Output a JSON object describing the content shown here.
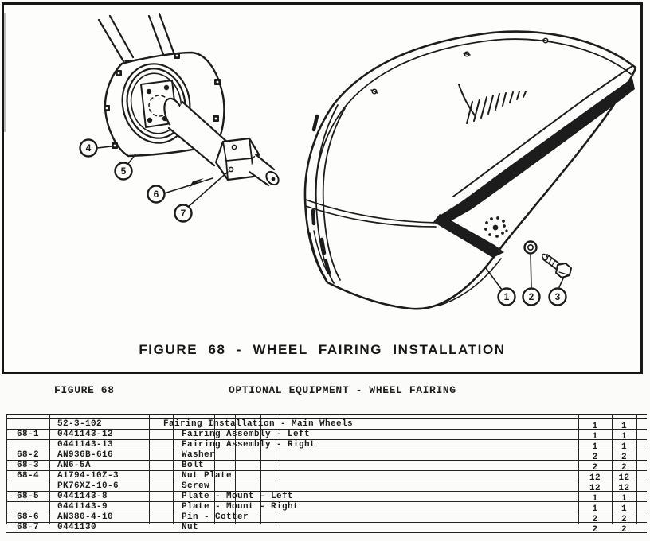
{
  "page": {
    "background": "#fbfbf9",
    "ink": "#1c1c1c"
  },
  "figure_box": {
    "caption": "FIGURE 68 - WHEEL FAIRING INSTALLATION",
    "callouts": [
      "1",
      "2",
      "3",
      "4",
      "5",
      "6",
      "7"
    ]
  },
  "header": {
    "figure_ref": "FIGURE 68",
    "title": "OPTIONAL EQUIPMENT - WHEEL FAIRING"
  },
  "parts_table": {
    "rows": [
      {
        "item": "",
        "part": "52-3-102",
        "desc": "Fairing Installation - Main Wheels",
        "qty_a": "1",
        "qty_b": "1"
      },
      {
        "item": "68-1",
        "part": "0441143-12",
        "desc": "Fairing Assembly - Left",
        "qty_a": "1",
        "qty_b": "1"
      },
      {
        "item": "",
        "part": "0441143-13",
        "desc": "Fairing Assembly - Right",
        "qty_a": "1",
        "qty_b": "1"
      },
      {
        "item": "68-2",
        "part": "AN936B-616",
        "desc": "Washer",
        "qty_a": "2",
        "qty_b": "2"
      },
      {
        "item": "68-3",
        "part": "AN6-5A",
        "desc": "Bolt",
        "qty_a": "2",
        "qty_b": "2"
      },
      {
        "item": "68-4",
        "part": "A1794-10Z-3",
        "desc": "Nut Plate",
        "qty_a": "12",
        "qty_b": "12"
      },
      {
        "item": "",
        "part": "PK76XZ-10-6",
        "desc": "Screw",
        "qty_a": "12",
        "qty_b": "12"
      },
      {
        "item": "68-5",
        "part": "0441143-8",
        "desc": "Plate - Mount - Left",
        "qty_a": "1",
        "qty_b": "1"
      },
      {
        "item": "",
        "part": "0441143-9",
        "desc": "Plate - Mount - Right",
        "qty_a": "1",
        "qty_b": "1"
      },
      {
        "item": "68-6",
        "part": "AN380-4-10",
        "desc": "Pin - Cotter",
        "qty_a": "2",
        "qty_b": "2"
      },
      {
        "item": "68-7",
        "part": "0441130",
        "desc": "Nut",
        "qty_a": "2",
        "qty_b": "2"
      }
    ]
  }
}
